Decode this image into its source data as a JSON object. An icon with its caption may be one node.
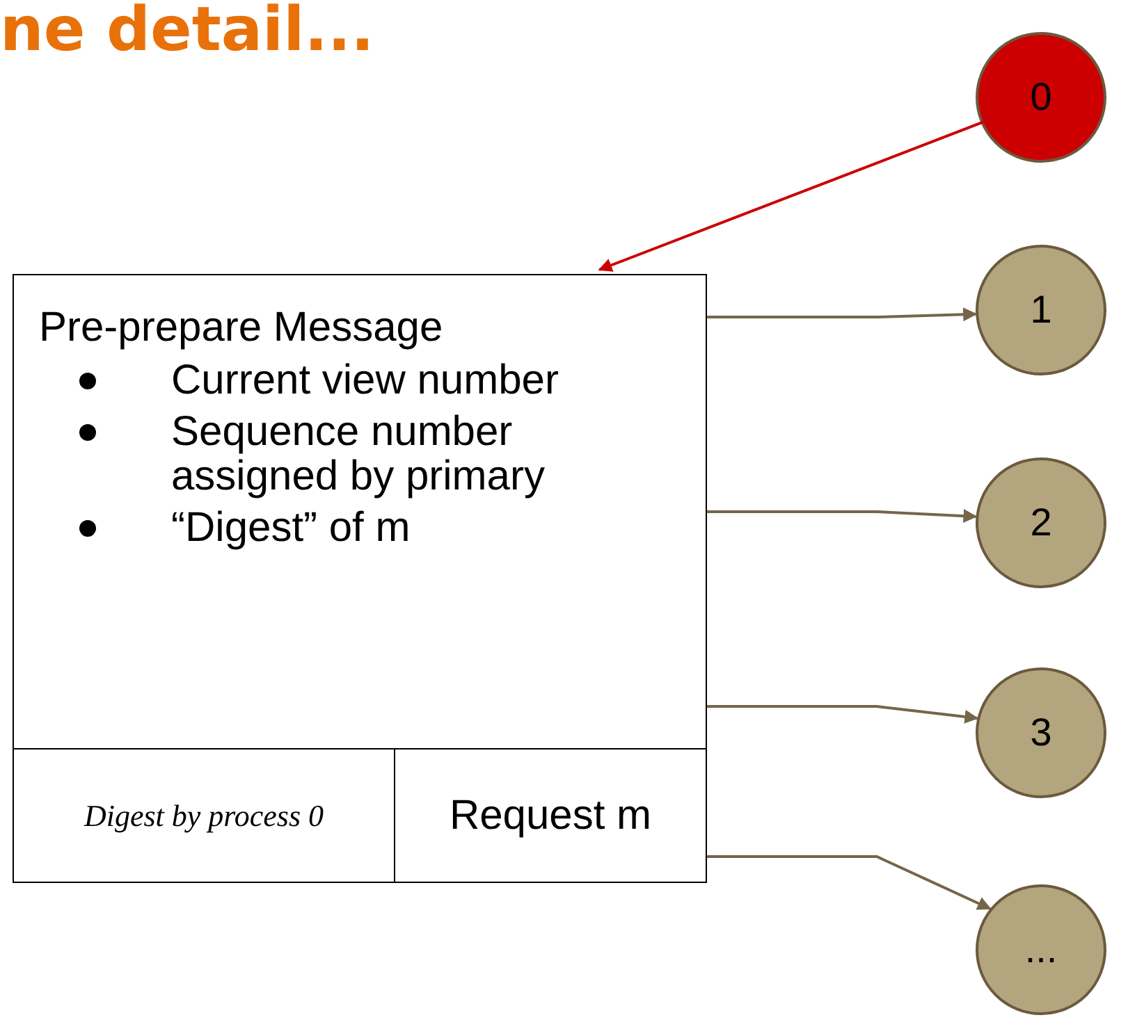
{
  "diagram": {
    "title": "ne detail...",
    "nodes": [
      {
        "text": [
          "0"
        ]
      },
      {
        "text": [
          "Pre-prepare Message",
          "Current view number",
          "Sequence number assigned by primary",
          "“Digest” of m"
        ]
      },
      {
        "text": [
          "Digest by process 0"
        ],
        "in": 1
      },
      {
        "text": [
          "Request m"
        ],
        "in": 1
      },
      {
        "text": [
          "1"
        ]
      },
      {
        "text": [
          "2"
        ]
      },
      {
        "text": [
          "3"
        ]
      },
      {
        "text": [
          "..."
        ]
      }
    ],
    "edges": [
      {
        "from": 0,
        "to": 1,
        "arrow": "to",
        "color": "#cc0000"
      },
      {
        "from": 1,
        "to": 4,
        "arrow": "to"
      },
      {
        "from": 1,
        "to": 5,
        "arrow": "to"
      },
      {
        "from": 1,
        "to": 6,
        "arrow": "to"
      },
      {
        "from": 1,
        "to": 7,
        "arrow": "to"
      }
    ]
  }
}
